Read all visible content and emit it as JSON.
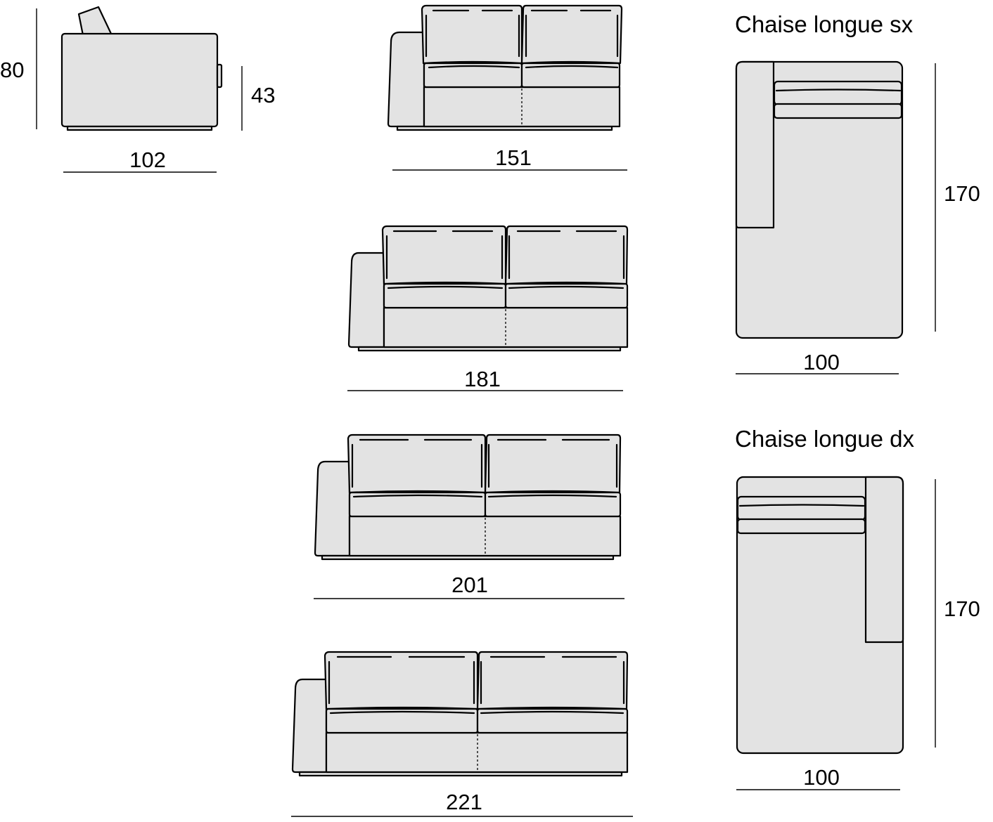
{
  "side_view": {
    "depth_label": "102",
    "height_label": "80",
    "seat_height_label": "43"
  },
  "sofas": [
    {
      "width_label": "151"
    },
    {
      "width_label": "181"
    },
    {
      "width_label": "201"
    },
    {
      "width_label": "221"
    }
  ],
  "chaise_sx": {
    "title": "Chaise longue sx",
    "width_label": "100",
    "length_label": "170"
  },
  "chaise_dx": {
    "title": "Chaise longue dx",
    "width_label": "100",
    "length_label": "170"
  },
  "colors": {
    "upholstery_fill": "#e3e3e3",
    "outline": "#000000",
    "background": "#ffffff"
  }
}
